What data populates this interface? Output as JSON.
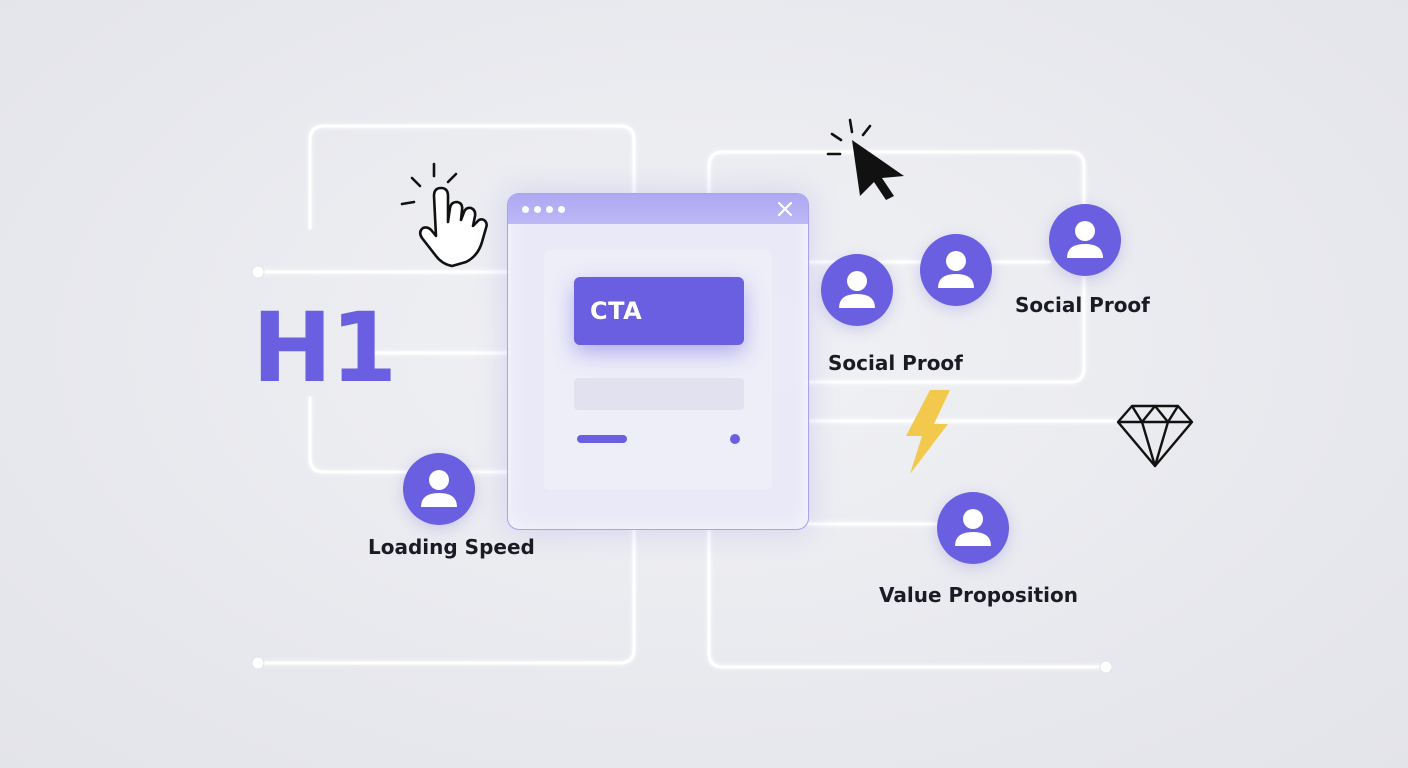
{
  "heading": {
    "text": "H1"
  },
  "window": {
    "cta_label": "CTA"
  },
  "labels": {
    "loading_speed": "Loading Speed",
    "social_proof_center": "Social Proof",
    "social_proof_right": "Social Proof",
    "value_proposition": "Value Proposition"
  },
  "colors": {
    "accent": "#6a5fe0",
    "lightning": "#f2c94c",
    "connector": "#ffffff",
    "text": "#1b1b24"
  },
  "icons": {
    "pointer": "hand-pointer-icon",
    "cursor": "arrow-cursor-icon",
    "lightning": "lightning-bolt-icon",
    "diamond": "diamond-icon",
    "user": "user-icon",
    "close": "close-icon"
  }
}
